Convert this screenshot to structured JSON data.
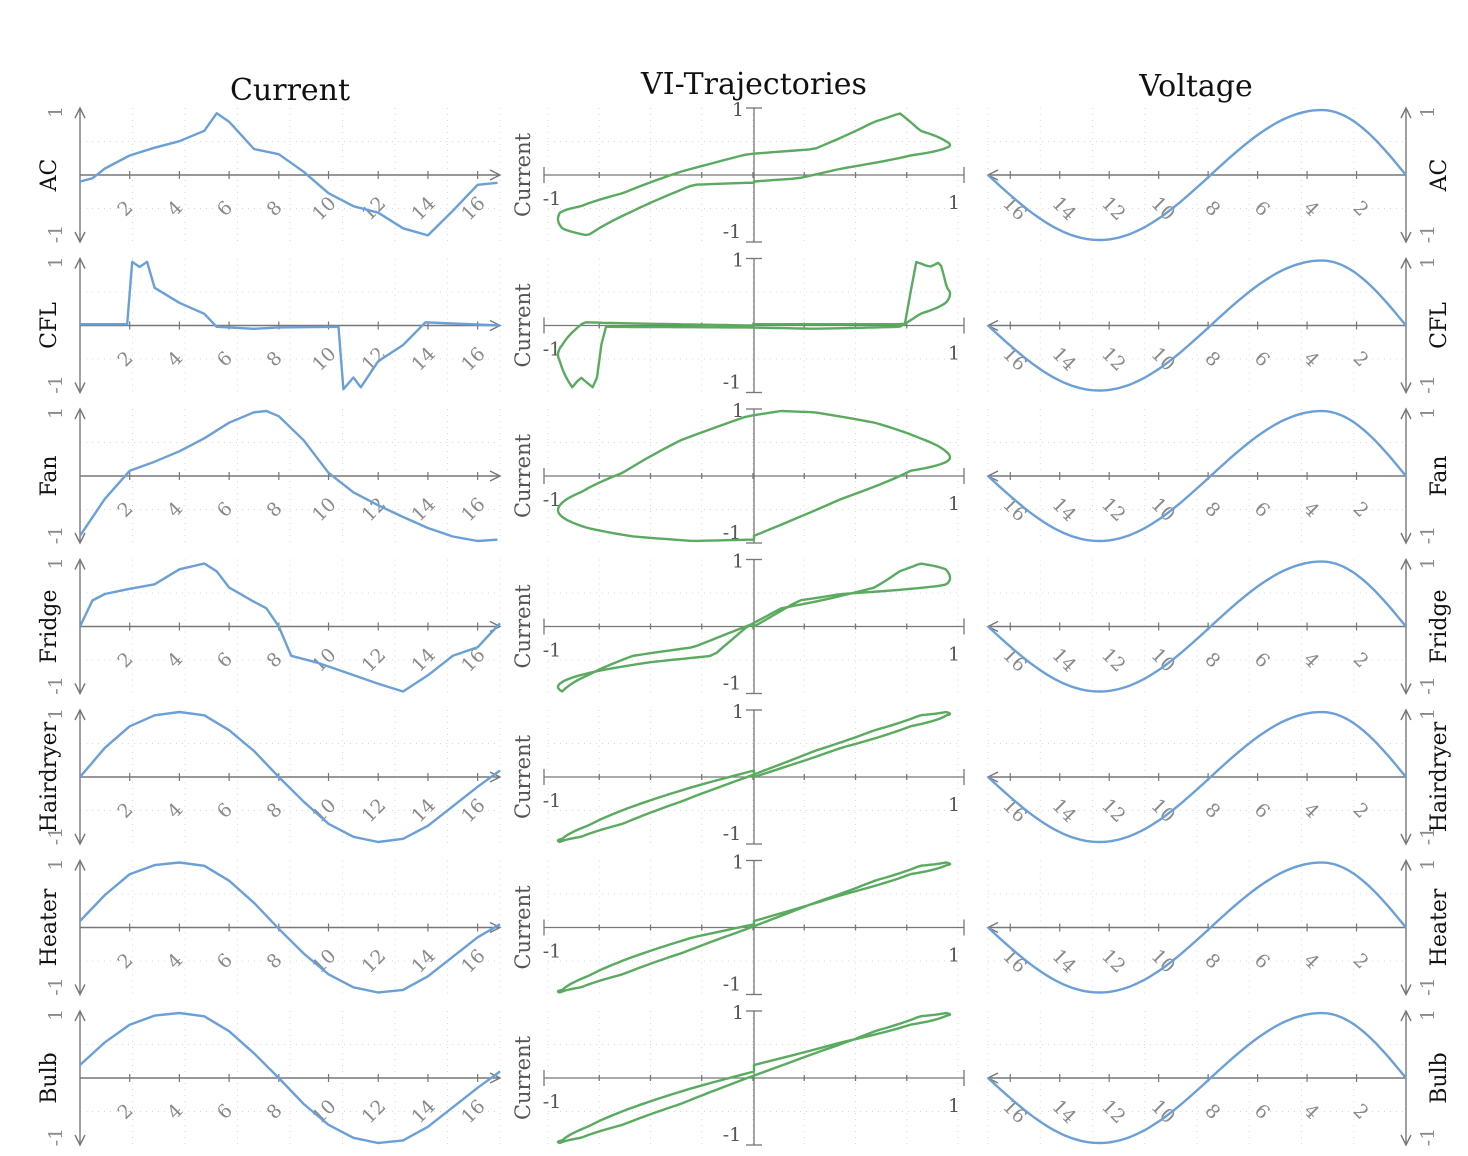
{
  "column_titles": [
    "Current",
    "VI-Trajectories",
    "Voltage"
  ],
  "row_labels": [
    "AC",
    "CFL",
    "Fan",
    "Fridge",
    "Hairdryer",
    "Heater",
    "Bulb"
  ],
  "colors": {
    "current": "#6a9fd8",
    "vi": "#5aaa5f",
    "voltage": "#6a9fd8",
    "axis": "#777777",
    "grid": "#d8d8d8"
  },
  "chart_data": {
    "type": "line",
    "x_ticks": [
      "2",
      "4",
      "6",
      "8",
      "10",
      "12",
      "14",
      "16"
    ],
    "y_tick_labels": {
      "top": "1",
      "bottom": "-1"
    },
    "vi_tick_labels": {
      "left": "-1",
      "right": "1",
      "top": "1",
      "bottom": "-1",
      "ylabel": "Current"
    },
    "current_xlim": [
      0,
      16.9
    ],
    "current_ylim": [
      -1,
      1
    ],
    "voltage_xlim": [
      16.9,
      0
    ],
    "voltage_ylim": [
      -1,
      1
    ],
    "vi_xlim": [
      -1,
      1
    ],
    "vi_ylim": [
      -1,
      1
    ],
    "voltage_peak_x": 3.4,
    "panels": [
      {
        "name": "AC",
        "current": [
          [
            0,
            -0.1
          ],
          [
            0.5,
            -0.05
          ],
          [
            1,
            0.1
          ],
          [
            2,
            0.3
          ],
          [
            3,
            0.42
          ],
          [
            4,
            0.52
          ],
          [
            5,
            0.68
          ],
          [
            5.5,
            0.95
          ],
          [
            6,
            0.82
          ],
          [
            7,
            0.4
          ],
          [
            8,
            0.32
          ],
          [
            9,
            0.05
          ],
          [
            10,
            -0.28
          ],
          [
            11,
            -0.48
          ],
          [
            12,
            -0.58
          ],
          [
            13,
            -0.82
          ],
          [
            14,
            -0.93
          ],
          [
            15,
            -0.55
          ],
          [
            16,
            -0.15
          ],
          [
            16.8,
            -0.12
          ]
        ]
      },
      {
        "name": "CFL",
        "current": [
          [
            0,
            0.02
          ],
          [
            1.9,
            0.02
          ],
          [
            2.1,
            0.98
          ],
          [
            2.4,
            0.9
          ],
          [
            2.7,
            0.98
          ],
          [
            3,
            0.58
          ],
          [
            4,
            0.35
          ],
          [
            5,
            0.18
          ],
          [
            5.5,
            -0.02
          ],
          [
            7,
            -0.05
          ],
          [
            8,
            -0.03
          ],
          [
            10.4,
            -0.02
          ],
          [
            10.6,
            -0.98
          ],
          [
            11,
            -0.8
          ],
          [
            11.3,
            -0.95
          ],
          [
            12,
            -0.55
          ],
          [
            13,
            -0.3
          ],
          [
            13.9,
            0.05
          ],
          [
            16.9,
            0.0
          ]
        ]
      },
      {
        "name": "Fan",
        "current": [
          [
            0,
            -0.92
          ],
          [
            1,
            -0.35
          ],
          [
            2,
            0.08
          ],
          [
            3,
            0.22
          ],
          [
            4,
            0.38
          ],
          [
            5,
            0.58
          ],
          [
            6,
            0.82
          ],
          [
            7,
            0.98
          ],
          [
            7.5,
            1.0
          ],
          [
            8,
            0.92
          ],
          [
            9,
            0.55
          ],
          [
            10,
            0.05
          ],
          [
            11,
            -0.25
          ],
          [
            12,
            -0.45
          ],
          [
            13,
            -0.63
          ],
          [
            14,
            -0.8
          ],
          [
            15,
            -0.93
          ],
          [
            16,
            -1.0
          ],
          [
            16.8,
            -0.98
          ]
        ]
      },
      {
        "name": "Fridge",
        "current": [
          [
            0,
            0.0
          ],
          [
            0.5,
            0.4
          ],
          [
            1,
            0.5
          ],
          [
            2,
            0.58
          ],
          [
            3,
            0.65
          ],
          [
            4,
            0.88
          ],
          [
            5,
            0.97
          ],
          [
            5.5,
            0.85
          ],
          [
            6,
            0.6
          ],
          [
            7,
            0.38
          ],
          [
            7.5,
            0.28
          ],
          [
            8,
            0.0
          ],
          [
            8.5,
            -0.45
          ],
          [
            9.5,
            -0.55
          ],
          [
            10.5,
            -0.68
          ],
          [
            12,
            -0.88
          ],
          [
            13,
            -1.0
          ],
          [
            14,
            -0.75
          ],
          [
            15,
            -0.45
          ],
          [
            16,
            -0.32
          ],
          [
            16.9,
            0.05
          ]
        ]
      },
      {
        "name": "Hairdryer",
        "current": [
          [
            0,
            0.0
          ],
          [
            1,
            0.45
          ],
          [
            2,
            0.78
          ],
          [
            3,
            0.95
          ],
          [
            4,
            1.0
          ],
          [
            5,
            0.95
          ],
          [
            6,
            0.72
          ],
          [
            7,
            0.4
          ],
          [
            8,
            0.0
          ],
          [
            9,
            -0.38
          ],
          [
            10,
            -0.72
          ],
          [
            11,
            -0.92
          ],
          [
            12,
            -1.0
          ],
          [
            13,
            -0.95
          ],
          [
            14,
            -0.75
          ],
          [
            15,
            -0.45
          ],
          [
            16,
            -0.15
          ],
          [
            16.9,
            0.1
          ]
        ]
      },
      {
        "name": "Heater",
        "current": [
          [
            0,
            0.1
          ],
          [
            1,
            0.5
          ],
          [
            2,
            0.82
          ],
          [
            3,
            0.96
          ],
          [
            4,
            1.0
          ],
          [
            5,
            0.95
          ],
          [
            6,
            0.72
          ],
          [
            7,
            0.38
          ],
          [
            8,
            -0.02
          ],
          [
            9,
            -0.4
          ],
          [
            10,
            -0.72
          ],
          [
            11,
            -0.92
          ],
          [
            12,
            -1.0
          ],
          [
            13,
            -0.96
          ],
          [
            14,
            -0.75
          ],
          [
            15,
            -0.45
          ],
          [
            16,
            -0.15
          ],
          [
            16.9,
            0.05
          ]
        ]
      },
      {
        "name": "Bulb",
        "current": [
          [
            0,
            0.2
          ],
          [
            1,
            0.55
          ],
          [
            2,
            0.82
          ],
          [
            3,
            0.96
          ],
          [
            4,
            1.0
          ],
          [
            5,
            0.95
          ],
          [
            6,
            0.72
          ],
          [
            7,
            0.38
          ],
          [
            8,
            0.0
          ],
          [
            9,
            -0.4
          ],
          [
            10,
            -0.72
          ],
          [
            11,
            -0.92
          ],
          [
            12,
            -1.0
          ],
          [
            13,
            -0.96
          ],
          [
            14,
            -0.75
          ],
          [
            15,
            -0.45
          ],
          [
            16,
            -0.15
          ],
          [
            16.9,
            0.1
          ]
        ]
      }
    ]
  }
}
